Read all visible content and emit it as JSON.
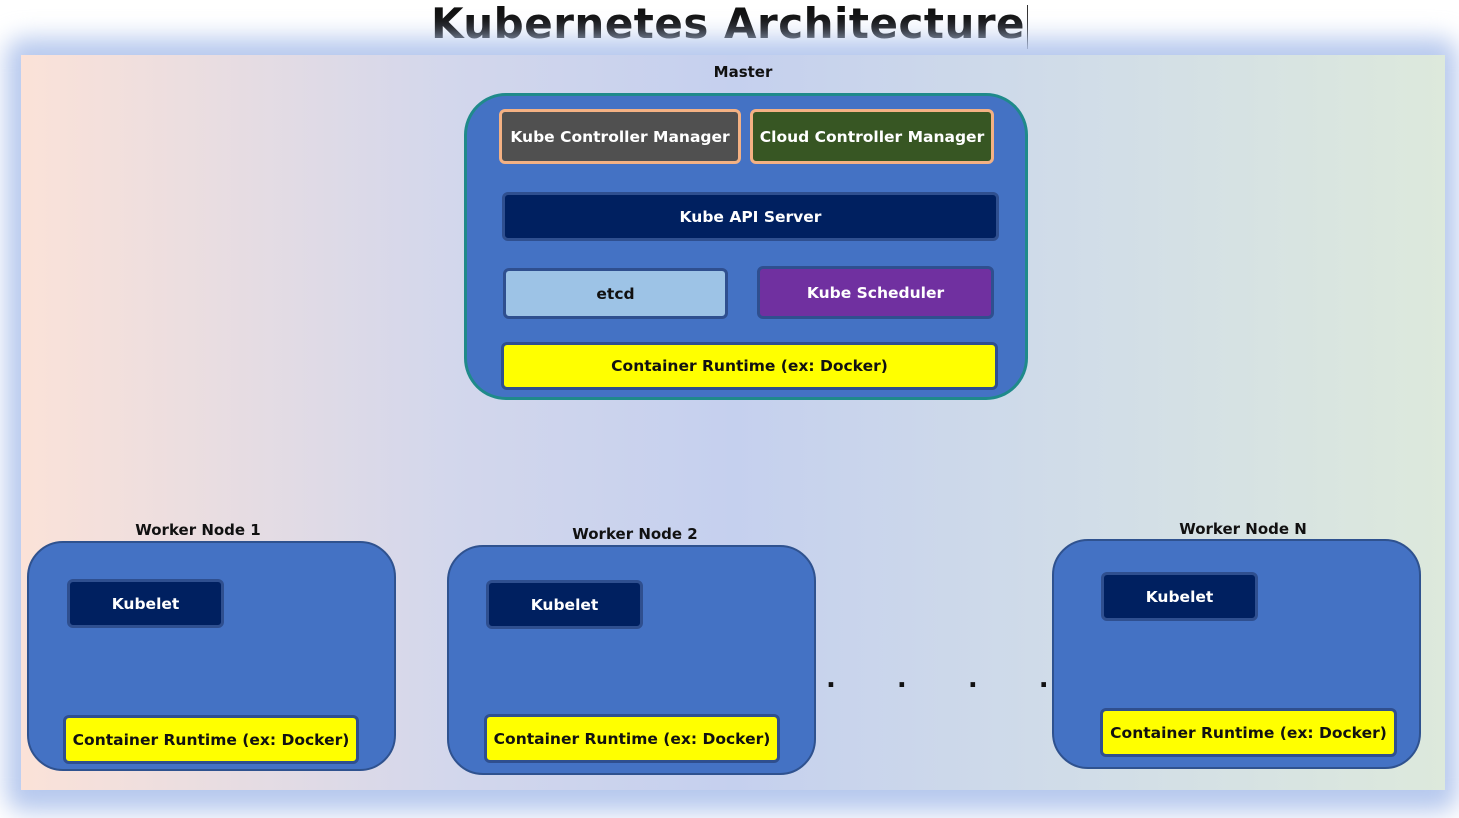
{
  "title": "Kubernetes Architecture",
  "master": {
    "label": "Master",
    "controller_manager": "Kube Controller Manager",
    "cloud_controller_manager": "Cloud Controller Manager",
    "api_server": "Kube API Server",
    "etcd": "etcd",
    "scheduler": "Kube Scheduler",
    "runtime": "Container Runtime (ex: Docker)"
  },
  "workers": [
    {
      "label": "Worker Node 1",
      "kubelet": "Kubelet",
      "runtime": "Container Runtime (ex: Docker)"
    },
    {
      "label": "Worker Node 2",
      "kubelet": "Kubelet",
      "runtime": "Container Runtime (ex: Docker)"
    },
    {
      "label": "Worker Node N",
      "kubelet": "Kubelet",
      "runtime": "Container Runtime (ex: Docker)"
    }
  ],
  "ellipsis": ". . . . . . .",
  "colors": {
    "node_fill": "#4472c4",
    "dark_box": "#002060",
    "runtime_fill": "#ffff00",
    "controller_manager": "#505050",
    "cloud_controller_manager": "#375623",
    "etcd": "#9dc3e6",
    "scheduler": "#7030a0"
  }
}
